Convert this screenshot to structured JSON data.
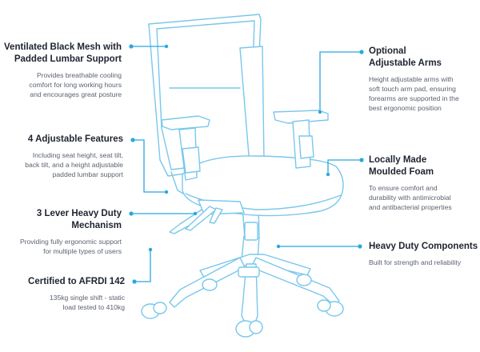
{
  "features": [
    {
      "id": "mesh",
      "title_lines": [
        "Ventilated Black Mesh with",
        "Padded Lumbar Support"
      ],
      "desc_lines": [
        "Provides breathable cooling",
        "comfort for long working hours",
        "and encourages great posture"
      ]
    },
    {
      "id": "adjustable-features",
      "title_lines": [
        "4 Adjustable Features"
      ],
      "desc_lines": [
        "Including seat height, seat tilt,",
        "back tilt, and a height adjustable",
        "padded lumbar support"
      ]
    },
    {
      "id": "mechanism",
      "title_lines": [
        "3 Lever Heavy Duty",
        "Mechanism"
      ],
      "desc_lines": [
        "Providing fully ergonomic support",
        "for multiple types of users"
      ]
    },
    {
      "id": "certified",
      "title_lines": [
        "Certified to AFRDI 142"
      ],
      "desc_lines": [
        "135kg single shift - static",
        "load tested to 410kg"
      ]
    },
    {
      "id": "arms",
      "title_lines": [
        "Optional",
        "Adjustable Arms"
      ],
      "desc_lines": [
        "Height adjustable arms with",
        "soft touch arm pad, ensuring",
        "forearms are supported in the",
        "best ergonomic position"
      ]
    },
    {
      "id": "foam",
      "title_lines": [
        "Locally Made",
        "Moulded Foam"
      ],
      "desc_lines": [
        "To ensure comfort and",
        "durability with antimicrobial",
        "and antibacterial properties"
      ]
    },
    {
      "id": "components",
      "title_lines": [
        "Heavy Duty Components"
      ],
      "desc_lines": [
        "Built for strength and reliability"
      ]
    }
  ],
  "colors": {
    "accent": "#29a8df",
    "chair_outline": "#79c7ec",
    "title": "#1e2430",
    "desc": "#5b6270"
  }
}
